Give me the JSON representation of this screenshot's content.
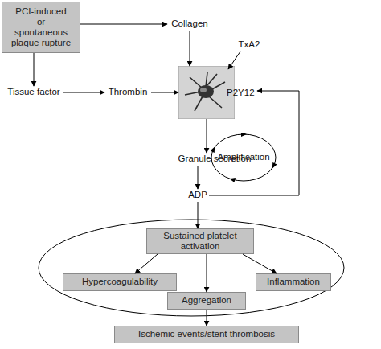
{
  "diagram": {
    "nodes": [
      {
        "text": [
          "PCI-induced or spontaneous plaque rupture"
        ]
      },
      {
        "text": [
          "Collagen"
        ]
      },
      {
        "text": [
          "TxA2"
        ]
      },
      {
        "text": [
          "Tissue factor"
        ]
      },
      {
        "text": [
          "Thrombin"
        ]
      },
      {
        "text": [
          "P2Y12"
        ]
      },
      {
        "text": [
          "Amplification"
        ]
      },
      {
        "text": [
          "Granule secretion"
        ]
      },
      {
        "text": [
          "ADP"
        ]
      },
      {
        "text": [
          "Sustained platelet activation"
        ]
      },
      {
        "text": [
          "Hypercoagulability"
        ]
      },
      {
        "text": [
          "Aggregation"
        ]
      },
      {
        "text": [
          "Inflammation"
        ]
      },
      {
        "text": [
          "Ischemic events/stent thrombosis"
        ]
      }
    ],
    "edges": [
      {
        "from": 0,
        "to": 1,
        "arrow": "to"
      },
      {
        "from": 0,
        "to": 3,
        "arrow": "to"
      },
      {
        "from": 3,
        "to": 4,
        "arrow": "to"
      },
      {
        "from": 4,
        "to": 5,
        "arrow": "to"
      },
      {
        "from": 1,
        "to": 5,
        "arrow": "to"
      },
      {
        "from": 2,
        "to": 5,
        "arrow": "to"
      },
      {
        "from": 5,
        "to": 7,
        "arrow": "to"
      },
      {
        "from": 7,
        "to": 8,
        "arrow": "to"
      },
      {
        "from": 8,
        "to": 5,
        "arrow": "to"
      },
      {
        "from": 8,
        "to": 9,
        "arrow": "to"
      },
      {
        "from": 9,
        "to": 10,
        "arrow": "to"
      },
      {
        "from": 9,
        "to": 11,
        "arrow": "to"
      },
      {
        "from": 9,
        "to": 12,
        "arrow": "to"
      },
      {
        "from": 11,
        "to": 13,
        "arrow": "to"
      }
    ]
  }
}
